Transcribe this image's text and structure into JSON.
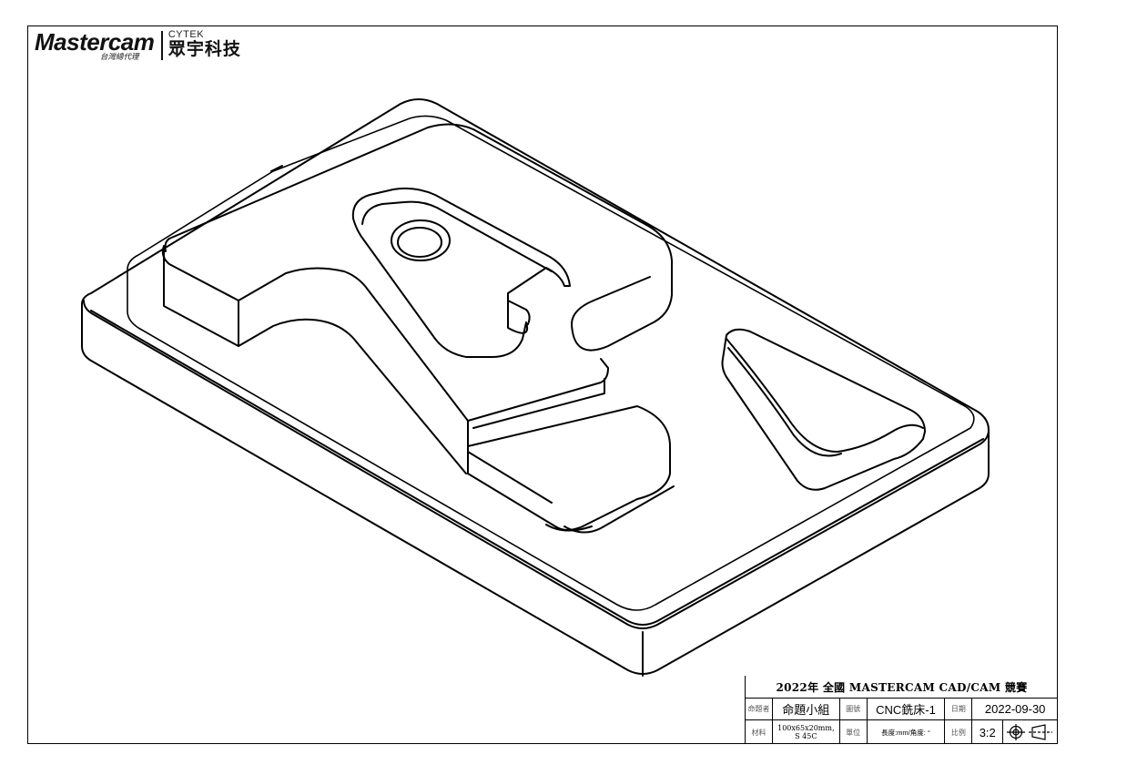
{
  "logo": {
    "brand": "Mastercam",
    "brand_sub": "台灣總代理",
    "partner_top": "CYTEK",
    "partner_cn": "眾宇科技"
  },
  "title_block": {
    "title": "2022年 全國 MASTERCAM CAD/CAM 競賽",
    "row1": {
      "author_label": "命題者",
      "author_value": "命題小組",
      "drawing_no_label": "圖號",
      "drawing_no_value": "CNC銑床-1",
      "date_label": "日期",
      "date_value": "2022-09-30"
    },
    "row2": {
      "material_label": "材料",
      "material_line1": "100x65x20mm,",
      "material_line2": "S 45C",
      "unit_label": "單位",
      "unit_value": "長度:mm/角度: °",
      "scale_label": "比例",
      "scale_value": "3:2"
    }
  },
  "icons": {
    "projection": "first-angle-projection-icon"
  }
}
